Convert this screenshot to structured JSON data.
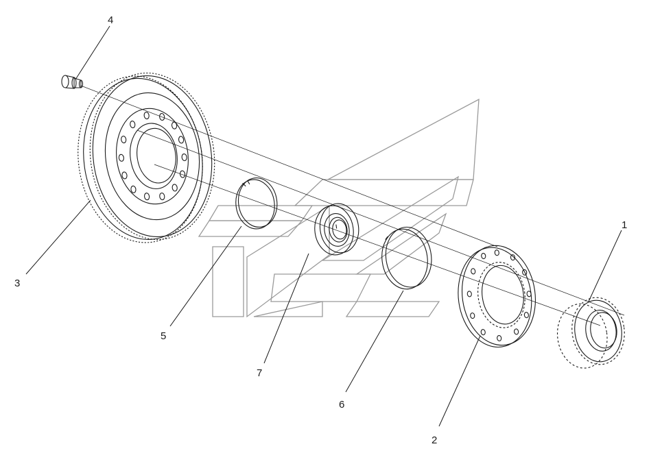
{
  "callouts": [
    {
      "id": "1",
      "text": "1"
    },
    {
      "id": "2",
      "text": "2"
    },
    {
      "id": "3",
      "text": "3"
    },
    {
      "id": "4",
      "text": "4"
    },
    {
      "id": "5",
      "text": "5"
    },
    {
      "id": "6",
      "text": "6"
    },
    {
      "id": "7",
      "text": "7"
    }
  ],
  "colors": {
    "line": "#1a1a1a",
    "watermark": "#9a9a9a",
    "background": "#ffffff"
  },
  "watermark": {
    "icon": "chevron-logo-watermark"
  }
}
